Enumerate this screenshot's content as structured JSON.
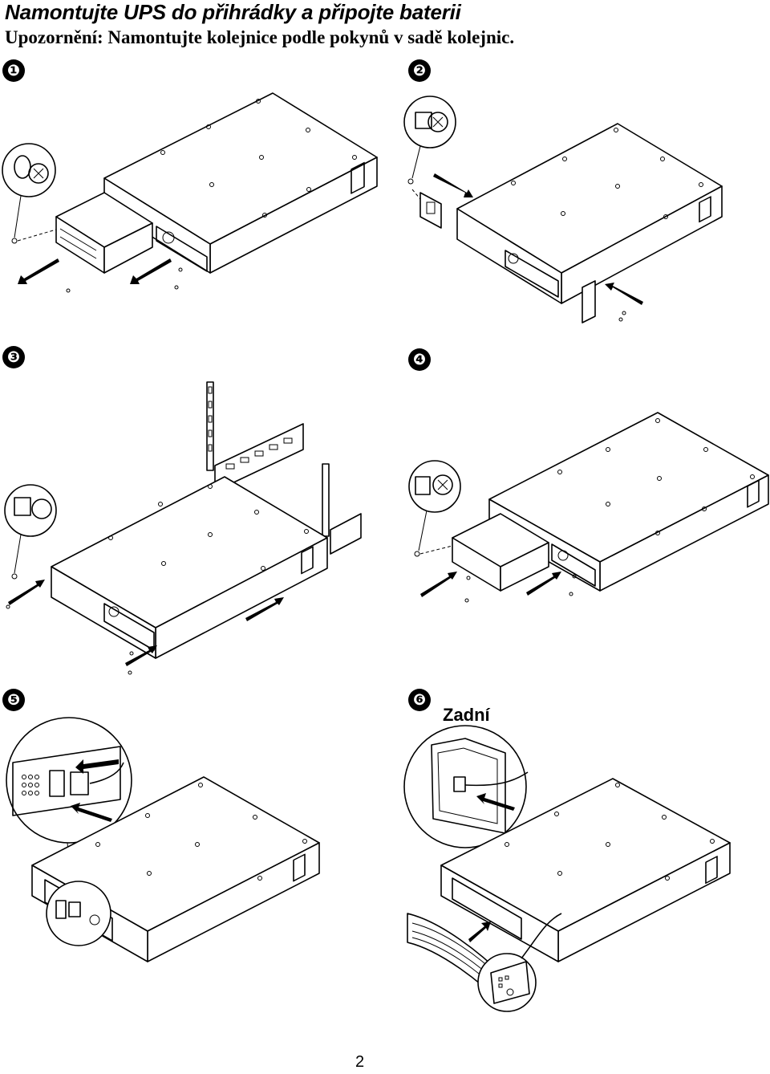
{
  "header": {
    "title": "Namontujte UPS do přihrádky a připojte baterii",
    "subtitle": "Upozornění: Namontujte kolejnice podle pokynů v sadě kolejnic."
  },
  "steps": [
    {
      "number": "❶"
    },
    {
      "number": "❷"
    },
    {
      "number": "❸"
    },
    {
      "number": "❹"
    },
    {
      "number": "❺"
    },
    {
      "number": "❻",
      "caption": "Zadní"
    }
  ],
  "footer": {
    "page_number": "2"
  }
}
